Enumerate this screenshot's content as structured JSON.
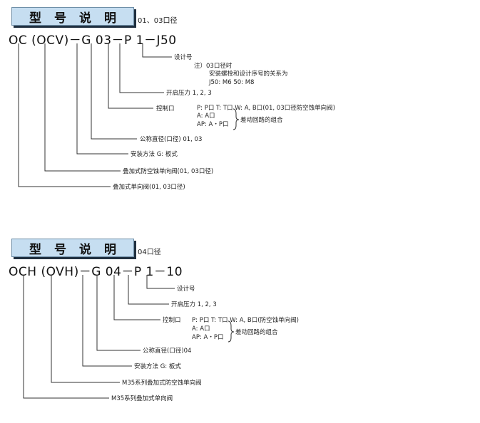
{
  "section1": {
    "badge": "型号说明",
    "subtitle": "01、03口径",
    "code": "OC (OCV)－G 03－P 1－J50",
    "labels": {
      "design": "设计号",
      "note1": "注）03口径时",
      "note2": "安装螺栓和设计序号的关系为",
      "note3": "J50: M6  50: M8",
      "pressure": "开启压力  1, 2, 3",
      "control": "控制口",
      "ctrl1": "P: P口  T: T口  W: A, B口(01, 03口径防空蚀单向阀)",
      "ctrl2": "A: A口",
      "ctrl3": "AP: A・P口",
      "diff": "差动回路的组合",
      "nominal": "公称直径(口径)  01, 03",
      "mount": "安装方法  G: 板式",
      "anticav": "叠加式防空蚀单向阀(01, 03口径)",
      "check": "叠加式单向阀(01, 03口径)"
    }
  },
  "section2": {
    "badge": "型号说明",
    "subtitle": "04口径",
    "code": "OCH (OVH)－G 04－P 1－10",
    "labels": {
      "design": "设计号",
      "pressure": "开启压力  1, 2, 3",
      "control": "控制口",
      "ctrl1": "P: P口  T: T口  W: A, B口(防空蚀单向阀)",
      "ctrl2": "A: A口",
      "ctrl3": "AP: A・P口",
      "diff": "差动回路的组合",
      "nominal": "公称直径(口径)04",
      "mount": "安装方法  G: 板式",
      "anticav": "M35系列叠加式防空蚀单向阀",
      "check": "M35系列叠加式单向阀"
    }
  }
}
